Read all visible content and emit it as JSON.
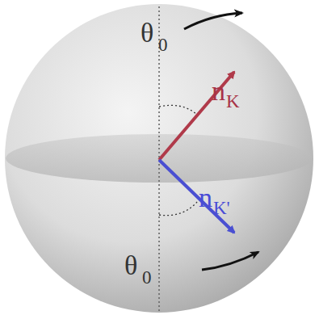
{
  "diagram": {
    "labels": [
      "θ",
      "0",
      "n",
      "K",
      "n",
      "K'",
      "θ",
      "0"
    ]
  }
}
